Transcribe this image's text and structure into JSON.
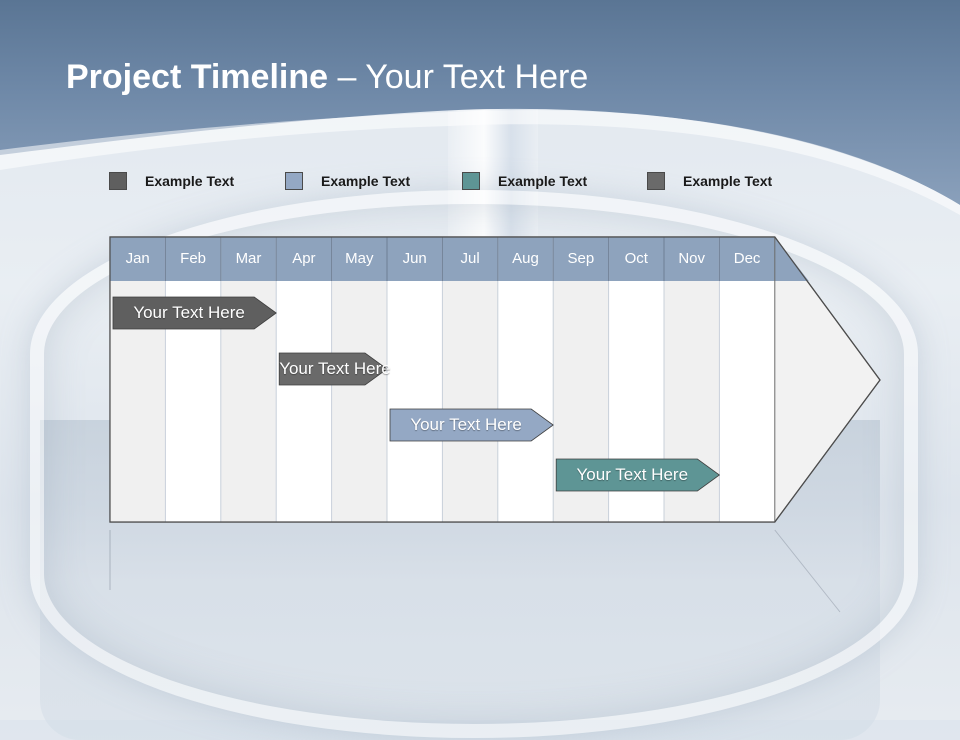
{
  "slide": {
    "title_bold": "Project Timeline",
    "title_rest": " – Your Text Here"
  },
  "legend": [
    {
      "label": "Example Text",
      "color": "#5f5f5f"
    },
    {
      "label": "Example Text",
      "color": "#94a8c4"
    },
    {
      "label": "Example Text",
      "color": "#5e9595"
    },
    {
      "label": "Example Text",
      "color": "#6a6a6a"
    }
  ],
  "timeline": {
    "months": [
      "Jan",
      "Feb",
      "Mar",
      "Apr",
      "May",
      "Jun",
      "Jul",
      "Aug",
      "Sep",
      "Oct",
      "Nov",
      "Dec"
    ],
    "header_color": "#8ea3bd",
    "tasks": [
      {
        "label": "Your  Text Here",
        "color": "#5f5f5f",
        "start_month": 1.0,
        "end_month": 4.0
      },
      {
        "label": "Your  Text Here",
        "color": "#6a6a6a",
        "start_month": 4.0,
        "end_month": 6.0
      },
      {
        "label": "Your  Text Here",
        "color": "#94a8c4",
        "start_month": 6.0,
        "end_month": 9.0
      },
      {
        "label": "Your  Text Here",
        "color": "#5e9595",
        "start_month": 9.0,
        "end_month": 12.0
      }
    ]
  }
}
